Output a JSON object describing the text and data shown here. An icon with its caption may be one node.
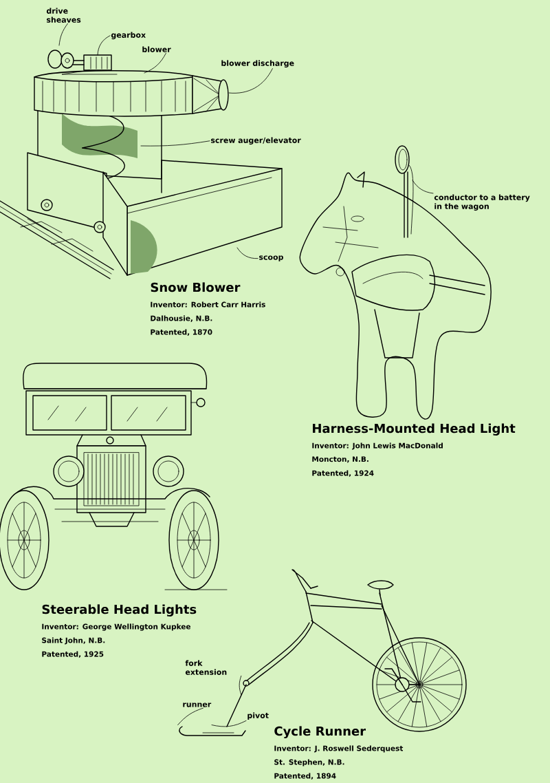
{
  "diagram": {
    "nodes": [
      {
        "text": [
          "drive sheaves"
        ]
      },
      {
        "text": [
          "gearbox"
        ]
      },
      {
        "text": [
          "blower"
        ]
      },
      {
        "text": [
          "blower discharge"
        ]
      },
      {
        "text": [
          "screw auger/elevator"
        ]
      },
      {
        "text": [
          "conductor to a battery in the wagon"
        ]
      },
      {
        "text": [
          "scoop"
        ]
      },
      {
        "text": [
          "fork extension"
        ]
      },
      {
        "text": [
          "runner"
        ]
      },
      {
        "text": [
          "pivot"
        ]
      },
      {
        "text": [],
        "shape": "picture"
      }
    ],
    "edges": [
      {
        "from": 0,
        "to": null,
        "arrow": "none"
      },
      {
        "from": 1,
        "to": null,
        "arrow": "none"
      },
      {
        "from": 2,
        "to": null,
        "arrow": "none"
      },
      {
        "from": 3,
        "to": null,
        "arrow": "none"
      },
      {
        "from": 4,
        "to": null,
        "arrow": "none"
      },
      {
        "from": 5,
        "to": null,
        "arrow": "none"
      },
      {
        "from": 6,
        "to": null,
        "arrow": "none"
      },
      {
        "from": 7,
        "to": null,
        "arrow": "none"
      },
      {
        "from": 8,
        "to": 10,
        "arrow": "none"
      },
      {
        "from": 9,
        "to": 10,
        "arrow": "none"
      }
    ],
    "labels": [
      "Snow Blower",
      "Inventor: Robert Carr Harris",
      "Dalhousie, N.B.",
      "Patented, 1870",
      "Harness-Mounted Head Light",
      "Inventor: John Lewis MacDonald",
      "Moncton, N.B.",
      "Patented, 1924",
      "Steerable Head Lights",
      "Inventor: George Wellington Kupkee",
      "Saint John, N.B.",
      "Patented, 1925",
      "Cycle Runner",
      "Inventor: J. Roswell Sederquest",
      "St. Stephen, N.B.",
      "Patented, 1894"
    ]
  }
}
